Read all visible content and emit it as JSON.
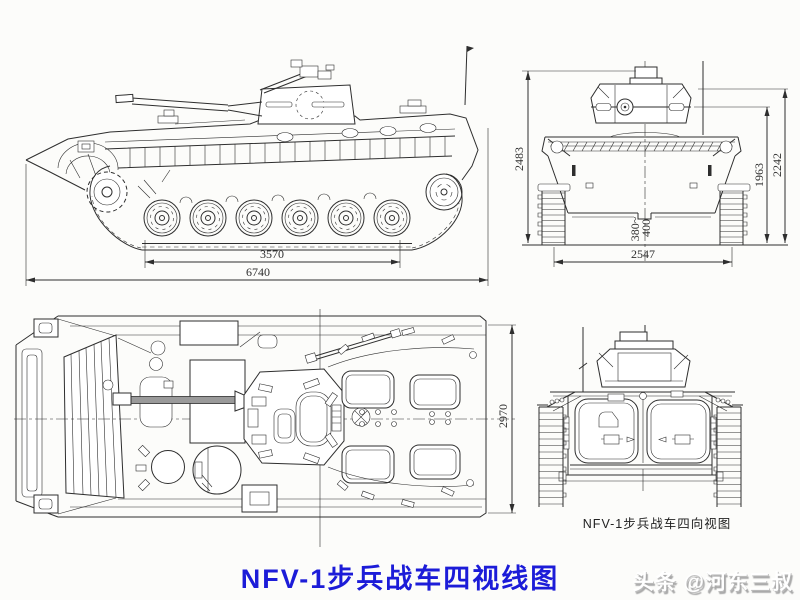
{
  "title": "NFV-1步兵战车四视线图",
  "watermark": "头条 @河东三叔",
  "colors": {
    "ink": "#2e2e2e",
    "paper": "#fcfcfa",
    "title_blue": "#1c1cd8",
    "watermark_shadow": "#a8a8a8",
    "barrel_gray": "#9a9a9a"
  },
  "drawing": {
    "side": {
      "length_track": "3570",
      "length_overall": "6740"
    },
    "front": {
      "height_overall": "2483",
      "height_hull": "1963",
      "height_turret": "2242",
      "clearance_min": "380~",
      "clearance_max": "400",
      "track_gauge": "2547"
    },
    "plan": {
      "width_overall": "2970"
    },
    "rear": {
      "caption": "NFV-1步兵战车四向视图"
    }
  }
}
